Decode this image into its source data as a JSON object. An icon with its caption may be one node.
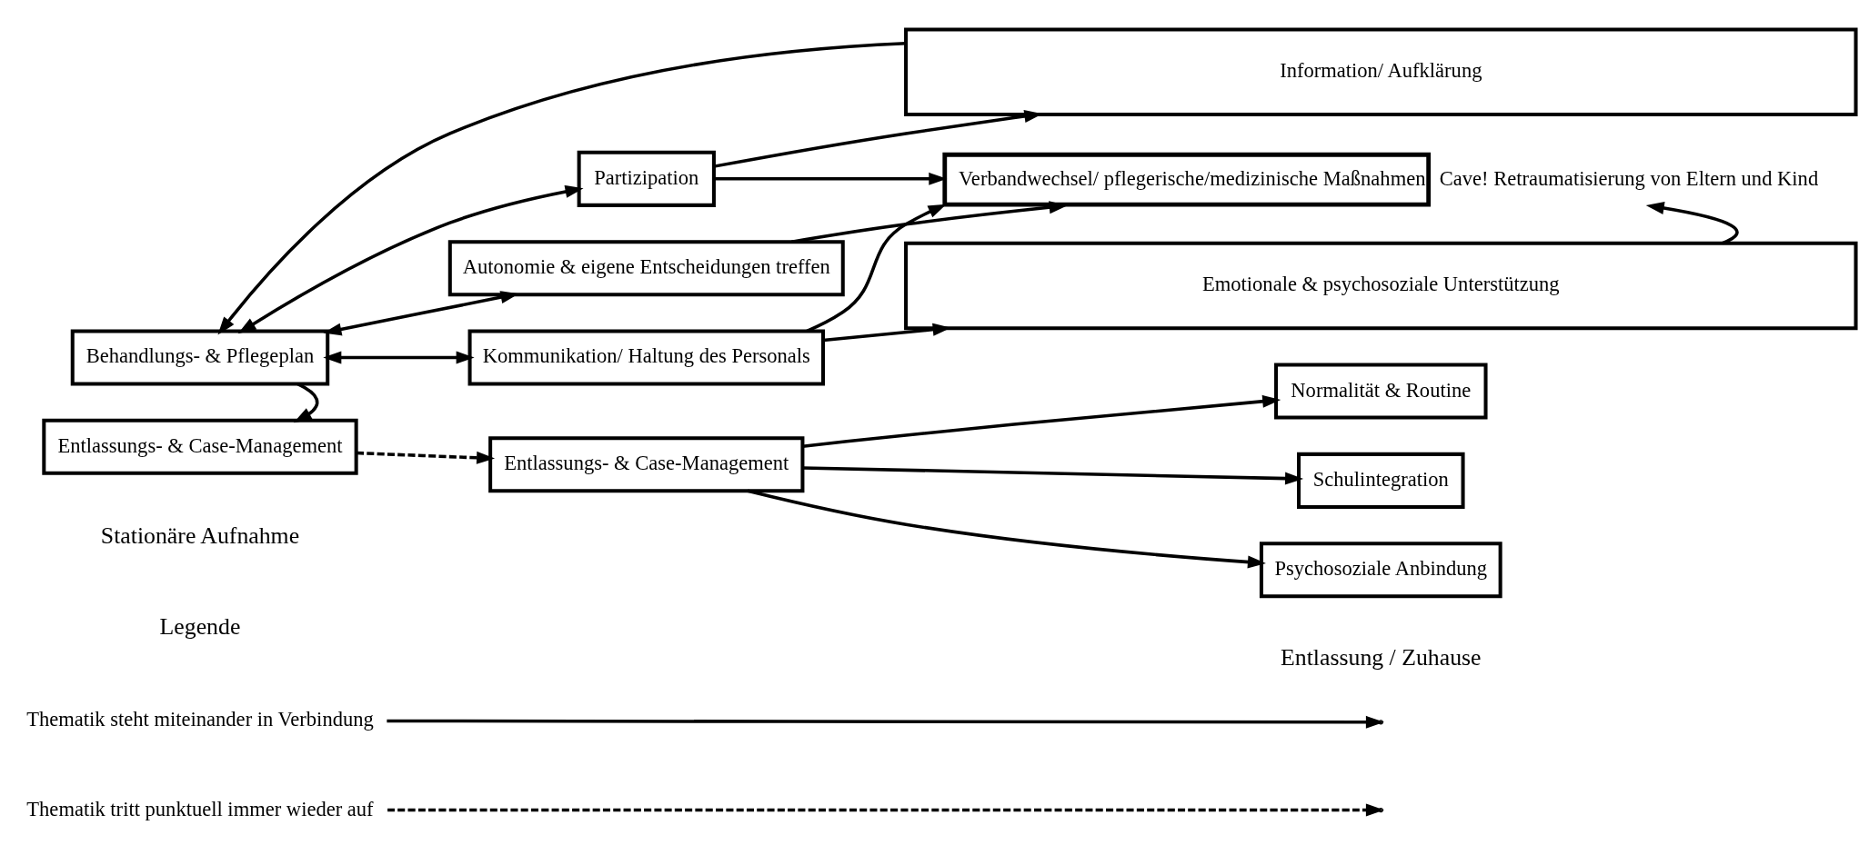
{
  "diagram": {
    "nodes": [
      {
        "text": [
          "Information/ Aufklärung"
        ]
      },
      {
        "text": [
          "Behandlungs- & Pflegeplan"
        ]
      },
      {
        "text": [
          "Partizipation"
        ]
      },
      {
        "text": [
          "Autonomie & eigene Entscheidungen treffen"
        ]
      },
      {
        "text": [
          "Kommunikation/ Haltung des Personals"
        ]
      },
      {
        "text": [
          "Verbandwechsel/ pflegerische/medizinische Maßnahmen"
        ],
        "beside": [
          "Cave! Retraumatisierung von Eltern und Kind"
        ]
      },
      {
        "text": [
          "Entlassungs- & Case-Management"
        ]
      },
      {
        "text": [
          "Entlassungs- & Case-Management"
        ]
      },
      {
        "text": [
          "Normalität & Routine"
        ]
      },
      {
        "text": [
          "Schulintegration"
        ]
      },
      {
        "text": [
          "Psychosoziale Anbindung"
        ]
      },
      {
        "text": [
          "Emotionale & psychosoziale Unterstützung"
        ]
      }
    ],
    "edges": [
      {
        "from": 0,
        "to": 1,
        "arrow": "to"
      },
      {
        "from": 1,
        "to": 2,
        "arrow": "both"
      },
      {
        "from": 1,
        "to": 3,
        "arrow": "both"
      },
      {
        "from": 1,
        "to": 4,
        "arrow": "both"
      },
      {
        "from": 1,
        "to": 6,
        "arrow": "to"
      },
      {
        "from": 2,
        "to": 0,
        "arrow": "to"
      },
      {
        "from": 2,
        "to": 5,
        "arrow": "to"
      },
      {
        "from": 3,
        "to": 5,
        "arrow": "to"
      },
      {
        "from": 4,
        "to": 5,
        "arrow": "to"
      },
      {
        "from": 11,
        "to": 5,
        "arrow": "to"
      },
      {
        "from": 4,
        "to": 11,
        "arrow": "to"
      },
      {
        "from": 6,
        "to": 7,
        "arrow": "to",
        "style": "dashed"
      },
      {
        "from": 7,
        "to": 8,
        "arrow": "to"
      },
      {
        "from": 7,
        "to": 9,
        "arrow": "to"
      },
      {
        "from": 7,
        "to": 10,
        "arrow": "to"
      }
    ],
    "labels": [
      "Stationäre Aufnahme",
      "Entlassung / Zuhause",
      "Legende"
    ],
    "legend": [
      {
        "text": "Thematik steht miteinander in Verbindung"
      },
      {
        "text": "Thematik tritt punktuell immer wieder auf"
      }
    ]
  }
}
